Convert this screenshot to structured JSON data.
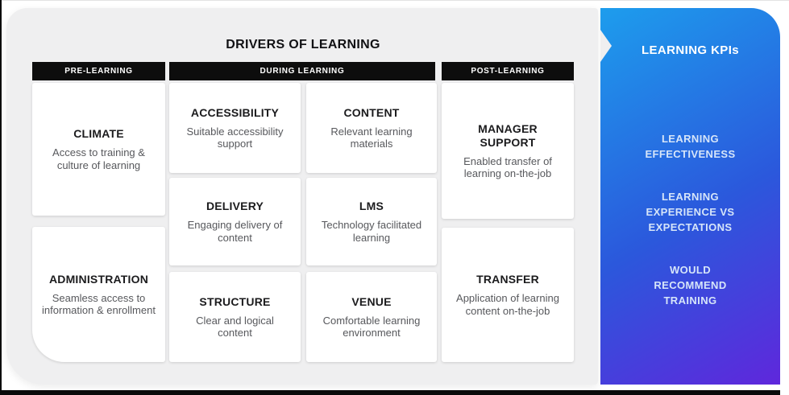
{
  "title": "DRIVERS OF LEARNING",
  "columns": [
    {
      "header": "PRE-LEARNING",
      "cards": [
        {
          "title": "CLIMATE",
          "desc": "Access to training &\nculture of learning"
        },
        {
          "title": "ADMINISTRATION",
          "desc": "Seamless access to\ninformation & enrollment"
        }
      ]
    },
    {
      "header": "DURING LEARNING",
      "cards": [
        {
          "title": "ACCESSIBILITY",
          "desc": "Suitable accessibility\nsupport"
        },
        {
          "title": "CONTENT",
          "desc": "Relevant learning\nmaterials"
        },
        {
          "title": "DELIVERY",
          "desc": "Engaging delivery of\ncontent"
        },
        {
          "title": "LMS",
          "desc": "Technology facilitated\nlearning"
        },
        {
          "title": "STRUCTURE",
          "desc": "Clear and logical\ncontent"
        },
        {
          "title": "VENUE",
          "desc": "Comfortable learning\nenvironment"
        }
      ]
    },
    {
      "header": "POST-LEARNING",
      "cards": [
        {
          "title": "MANAGER\nSUPPORT",
          "desc": "Enabled transfer of\nlearning on-the-job"
        },
        {
          "title": "TRANSFER",
          "desc": "Application of learning\ncontent on-the-job"
        }
      ]
    }
  ],
  "kpi_panel": {
    "title": "LEARNING KPIs",
    "items": [
      "LEARNING\nEFFECTIVENESS",
      "LEARNING\nEXPERIENCE VS\nEXPECTATIONS",
      "WOULD\nRECOMMEND\nTRAINING"
    ]
  },
  "colors": {
    "header_bar_bg": "#0d0d0d",
    "board_bg": "#efeff0",
    "panel_gradient_start": "#1d9ded",
    "panel_gradient_mid": "#2b58dc",
    "panel_gradient_end": "#5f27dc",
    "kpi_text": "#d6e5f9"
  }
}
